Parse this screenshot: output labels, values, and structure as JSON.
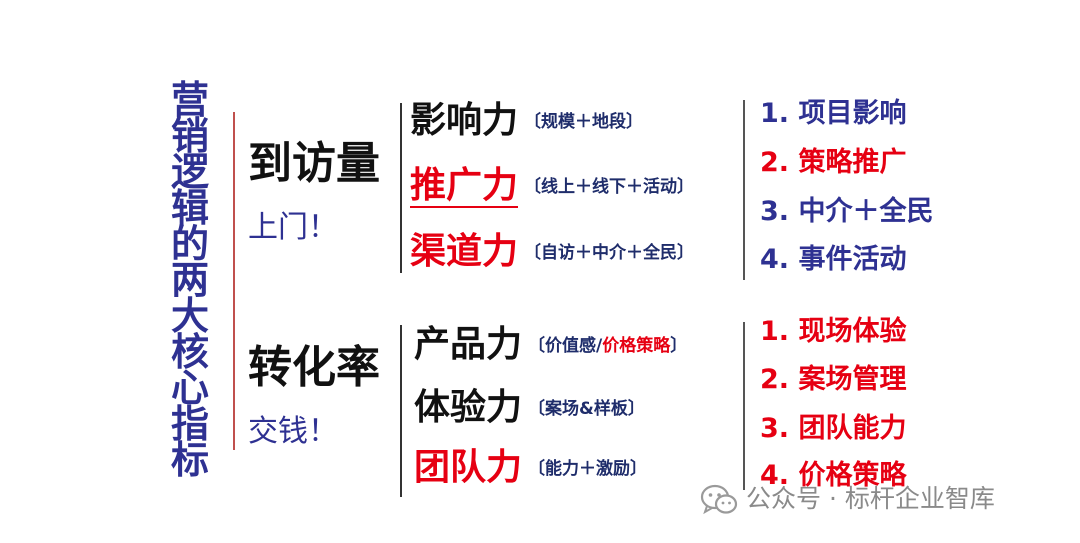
{
  "title": "营销逻辑的两大核心指标",
  "metrics": [
    {
      "name": "到访量",
      "sub": "上门！",
      "forces": [
        {
          "name": "影响力",
          "detail": "〔规模＋地段〕",
          "highlight": false
        },
        {
          "name": "推广力",
          "detail": "〔线上＋线下＋活动〕",
          "highlight": true,
          "underline": true
        },
        {
          "name": "渠道力",
          "detail": "〔自访＋中介＋全民〕",
          "highlight": true
        }
      ],
      "items": [
        {
          "text": "1. 项目影响",
          "color": "blue"
        },
        {
          "text": "2. 策略推广",
          "color": "red"
        },
        {
          "text": "3. 中介＋全民",
          "color": "blue"
        },
        {
          "text": "4. 事件活动",
          "color": "blue"
        }
      ]
    },
    {
      "name": "转化率",
      "sub": "交钱！",
      "forces": [
        {
          "name": "产品力",
          "detail_parts": [
            "〔价值感/",
            "价格策略",
            "〕"
          ],
          "highlight": false
        },
        {
          "name": "体验力",
          "detail": "〔案场&样板〕",
          "highlight": false
        },
        {
          "name": "团队力",
          "detail": "〔能力＋激励〕",
          "highlight": true
        }
      ],
      "items": [
        {
          "text": "1. 现场体验",
          "color": "red"
        },
        {
          "text": "2. 案场管理",
          "color": "red"
        },
        {
          "text": "3. 团队能力",
          "color": "red"
        },
        {
          "text": "4. 价格策略",
          "color": "red"
        }
      ]
    }
  ],
  "footer": {
    "text": "公众号 · 标杆企业智库",
    "icon": "wechat-icon"
  },
  "colors": {
    "blue": "#2e3192",
    "red": "#e60012",
    "dark": "#111111"
  }
}
